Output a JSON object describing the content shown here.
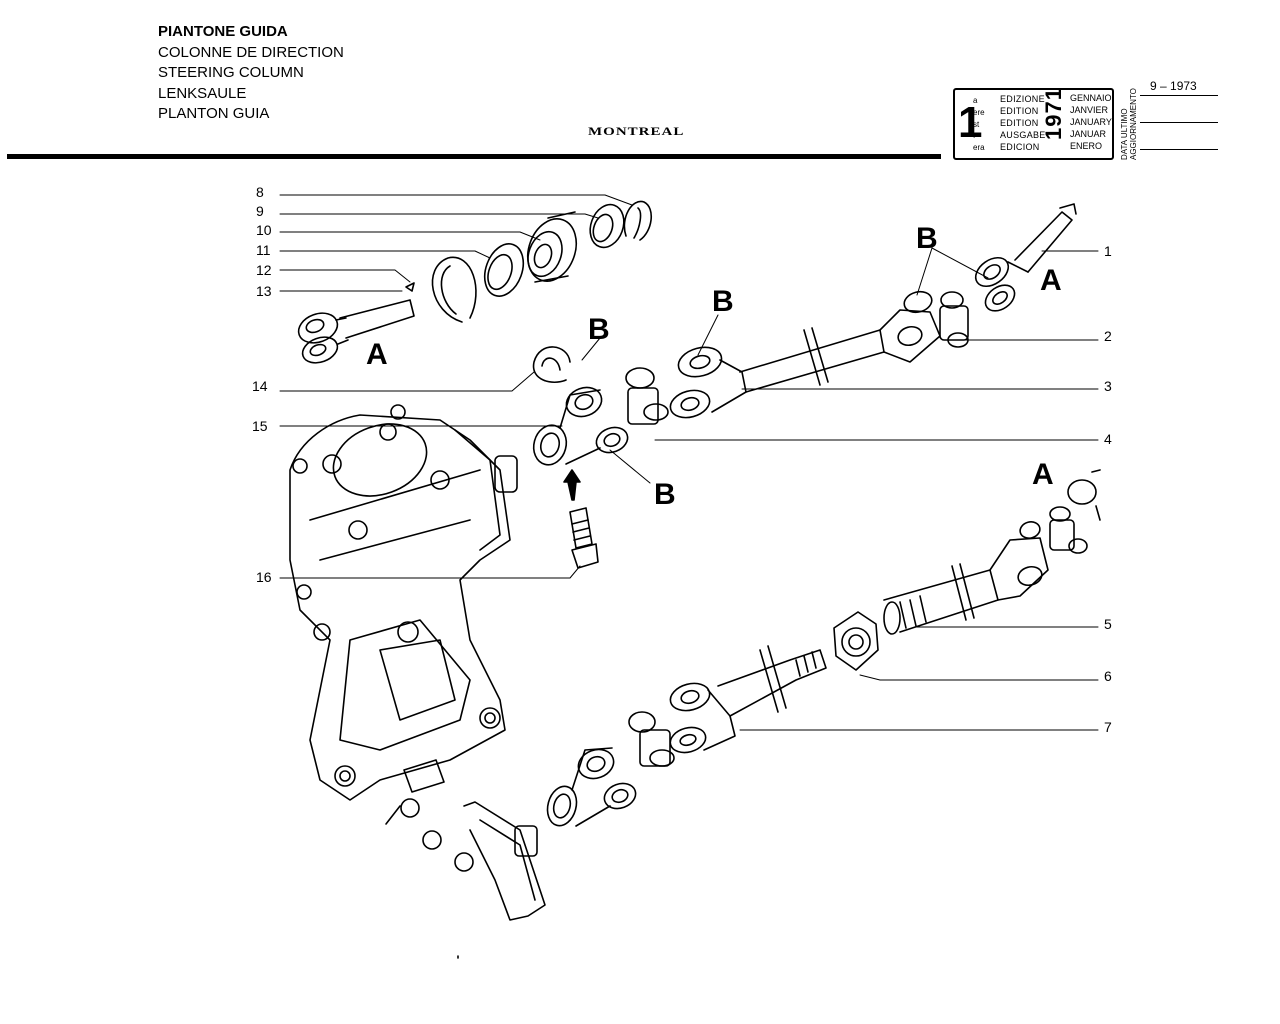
{
  "titles": [
    "PIANTONE GUIDA",
    "COLONNE DE DIRECTION",
    "STEERING COLUMN",
    "LENKSAULE",
    "PLANTON GUIA"
  ],
  "model": "MONTREAL",
  "edition": {
    "number": "1",
    "superscripts": [
      "a",
      "ere",
      "st",
      ".",
      "era"
    ],
    "words": [
      "EDIZIONE",
      "EDITION",
      "EDITION",
      "AUSGABE",
      "EDICION"
    ],
    "year": "1971",
    "months": [
      "GENNAIO",
      "JANVIER",
      "JANUARY",
      "JANUAR",
      "ENERO"
    ]
  },
  "update": {
    "label_line1": "DATA ULTIMO",
    "label_line2": "AGGIORNAMENTO",
    "date": "9 – 1973"
  },
  "callouts_left": [
    "8",
    "9",
    "10",
    "11",
    "12",
    "13",
    "14",
    "15",
    "16"
  ],
  "callouts_right": [
    "1",
    "2",
    "3",
    "4",
    "5",
    "6",
    "7"
  ],
  "letters": {
    "a": "A",
    "b": "B"
  }
}
